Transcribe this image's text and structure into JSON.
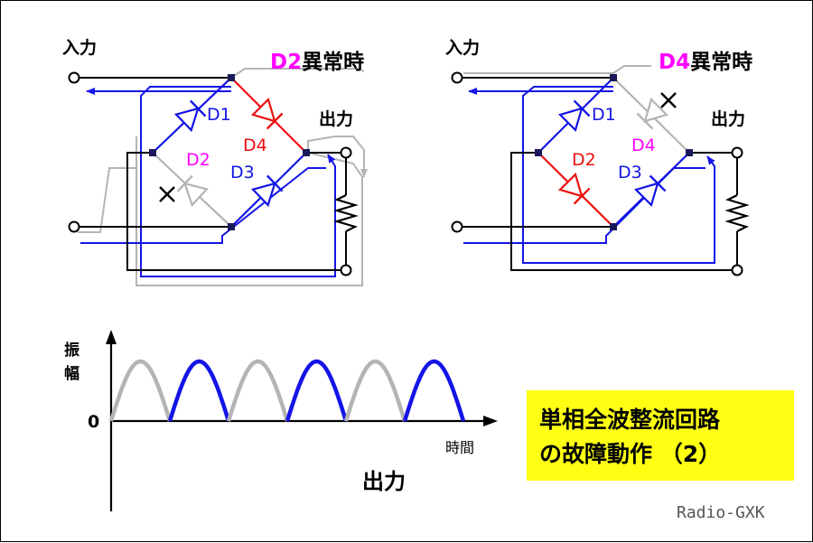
{
  "colors": {
    "blue": "#1414e6",
    "red": "#ee1010",
    "gray": "#b4b4b4",
    "black": "#000000",
    "magenta": "#ff00ff",
    "yellow": "#ffff14"
  },
  "circuits": [
    {
      "input_label": "入力",
      "output_label": "出力",
      "fault_diode": "D2",
      "fault_suffix": "異常時",
      "diodes": {
        "d1": "D1",
        "d2": "D2",
        "d3": "D3",
        "d4": "D4"
      }
    },
    {
      "input_label": "入力",
      "output_label": "出力",
      "fault_diode": "D4",
      "fault_suffix": "異常時",
      "diodes": {
        "d1": "D1",
        "d2": "D2",
        "d3": "D3",
        "d4": "D4"
      }
    }
  ],
  "waveform": {
    "y_label_line1": "振",
    "y_label_line2": "幅",
    "zero_label": "0",
    "x_label": "時間",
    "caption": "出力",
    "half_cycles": [
      "gray",
      "blue",
      "gray",
      "blue",
      "gray",
      "blue"
    ]
  },
  "title_box": {
    "line1": "単相全波整流回路",
    "line2": "の故障動作 （2）"
  },
  "credit": "Radio-GXK"
}
